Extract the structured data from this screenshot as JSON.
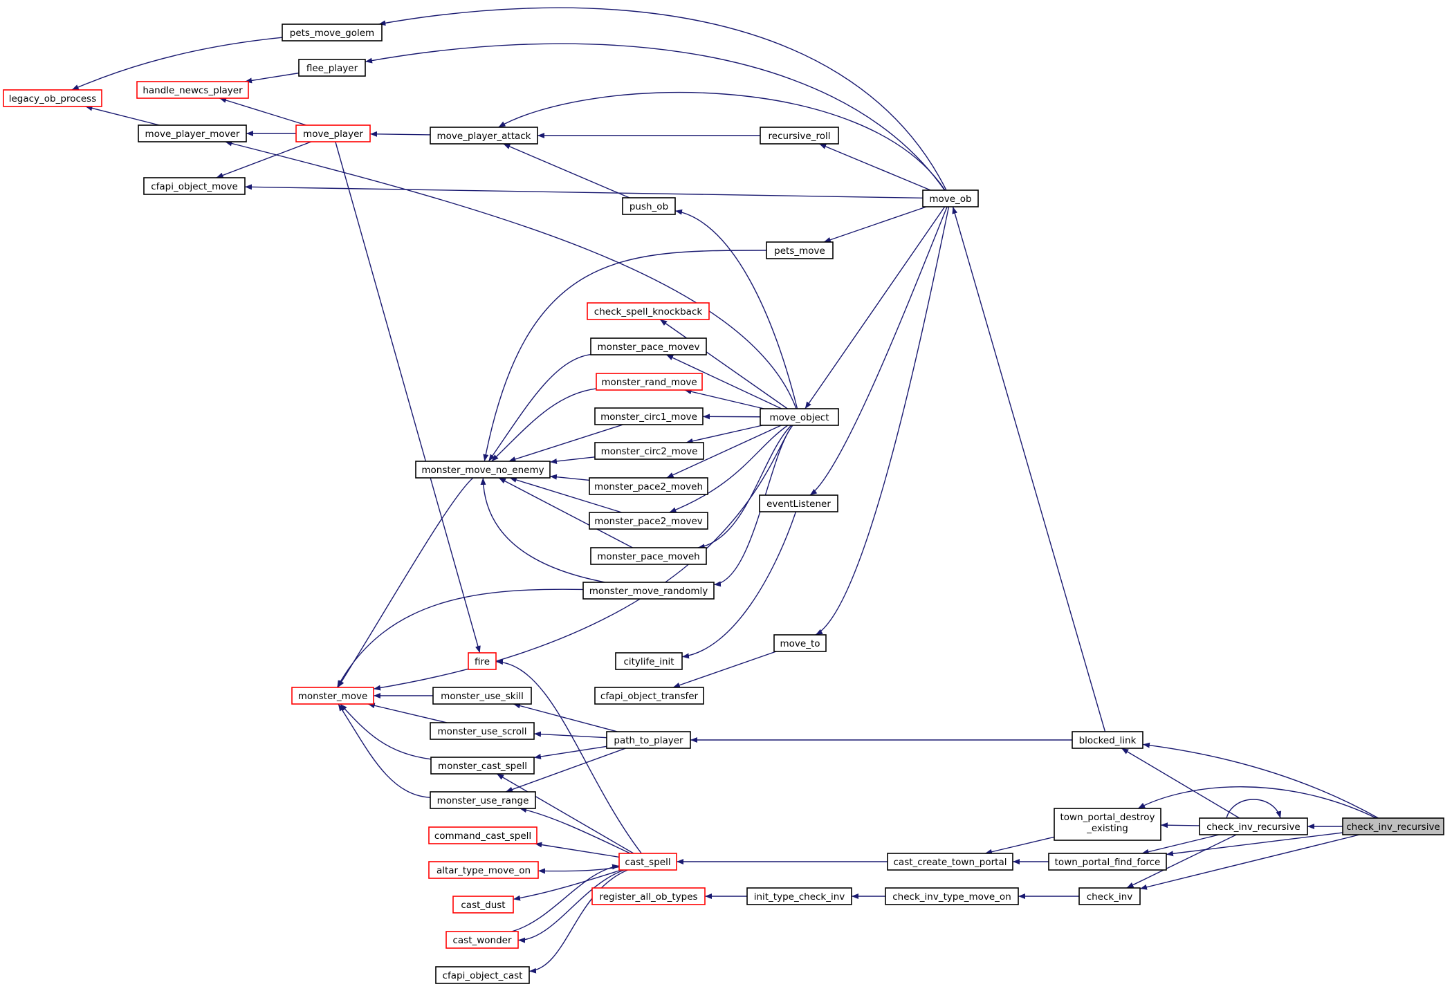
{
  "colors": {
    "edge": "#191970",
    "node_border": "#000000",
    "node_border_truncated": "#ff0000",
    "node_fill": "#ffffff",
    "focus_fill": "#bfbfbf",
    "text": "#000000"
  },
  "nodes": [
    {
      "id": "check_inv_recursive_root",
      "label": "check_inv_recursive",
      "focus": true
    },
    {
      "id": "move_ob",
      "label": "move_ob"
    },
    {
      "id": "pets_move_golem",
      "label": "pets_move_golem"
    },
    {
      "id": "flee_player",
      "label": "flee_player"
    },
    {
      "id": "legacy_ob_process",
      "label": "legacy_ob_process",
      "truncated": true
    },
    {
      "id": "handle_newcs_player",
      "label": "handle_newcs_player",
      "truncated": true
    },
    {
      "id": "move_player",
      "label": "move_player",
      "truncated": true
    },
    {
      "id": "move_player_mover",
      "label": "move_player_mover"
    },
    {
      "id": "move_player_attack",
      "label": "move_player_attack"
    },
    {
      "id": "recursive_roll",
      "label": "recursive_roll"
    },
    {
      "id": "cfapi_object_move",
      "label": "cfapi_object_move"
    },
    {
      "id": "push_ob",
      "label": "push_ob"
    },
    {
      "id": "pets_move",
      "label": "pets_move"
    },
    {
      "id": "check_spell_knockback",
      "label": "check_spell_knockback",
      "truncated": true
    },
    {
      "id": "monster_pace_movev",
      "label": "monster_pace_movev"
    },
    {
      "id": "monster_rand_move",
      "label": "monster_rand_move",
      "truncated": true
    },
    {
      "id": "monster_circ1_move",
      "label": "monster_circ1_move"
    },
    {
      "id": "move_object",
      "label": "move_object"
    },
    {
      "id": "monster_circ2_move",
      "label": "monster_circ2_move"
    },
    {
      "id": "monster_move_no_enemy",
      "label": "monster_move_no_enemy"
    },
    {
      "id": "monster_pace2_moveh",
      "label": "monster_pace2_moveh"
    },
    {
      "id": "eventListener",
      "label": "eventListener"
    },
    {
      "id": "monster_pace2_movev",
      "label": "monster_pace2_movev"
    },
    {
      "id": "monster_pace_moveh",
      "label": "monster_pace_moveh"
    },
    {
      "id": "monster_move_randomly",
      "label": "monster_move_randomly"
    },
    {
      "id": "move_to",
      "label": "move_to"
    },
    {
      "id": "fire",
      "label": "fire",
      "truncated": true
    },
    {
      "id": "citylife_init",
      "label": "citylife_init"
    },
    {
      "id": "cfapi_object_transfer",
      "label": "cfapi_object_transfer"
    },
    {
      "id": "monster_move",
      "label": "monster_move",
      "truncated": true
    },
    {
      "id": "monster_use_skill",
      "label": "monster_use_skill"
    },
    {
      "id": "monster_use_scroll",
      "label": "monster_use_scroll"
    },
    {
      "id": "path_to_player",
      "label": "path_to_player"
    },
    {
      "id": "blocked_link",
      "label": "blocked_link"
    },
    {
      "id": "monster_cast_spell",
      "label": "monster_cast_spell"
    },
    {
      "id": "monster_use_range",
      "label": "monster_use_range"
    },
    {
      "id": "town_portal_destroy_existing",
      "label": "town_portal_destroy",
      "label2": "_existing"
    },
    {
      "id": "check_inv_recursive_mid",
      "label": "check_inv_recursive"
    },
    {
      "id": "command_cast_spell",
      "label": "command_cast_spell",
      "truncated": true
    },
    {
      "id": "cast_spell",
      "label": "cast_spell",
      "truncated": true
    },
    {
      "id": "cast_create_town_portal",
      "label": "cast_create_town_portal"
    },
    {
      "id": "town_portal_find_force",
      "label": "town_portal_find_force"
    },
    {
      "id": "altar_type_move_on",
      "label": "altar_type_move_on",
      "truncated": true
    },
    {
      "id": "cast_dust",
      "label": "cast_dust",
      "truncated": true
    },
    {
      "id": "register_all_ob_types",
      "label": "register_all_ob_types",
      "truncated": true
    },
    {
      "id": "init_type_check_inv",
      "label": "init_type_check_inv"
    },
    {
      "id": "check_inv_type_move_on",
      "label": "check_inv_type_move_on"
    },
    {
      "id": "check_inv",
      "label": "check_inv"
    },
    {
      "id": "cast_wonder",
      "label": "cast_wonder",
      "truncated": true
    },
    {
      "id": "cfapi_object_cast",
      "label": "cfapi_object_cast"
    }
  ],
  "edges": [
    {
      "from": "move_ob",
      "to": "pets_move_golem"
    },
    {
      "from": "move_ob",
      "to": "flee_player"
    },
    {
      "from": "move_ob",
      "to": "move_player_attack"
    },
    {
      "from": "move_ob",
      "to": "recursive_roll"
    },
    {
      "from": "move_ob",
      "to": "cfapi_object_move"
    },
    {
      "from": "move_ob",
      "to": "pets_move"
    },
    {
      "from": "move_ob",
      "to": "move_object"
    },
    {
      "from": "move_ob",
      "to": "eventListener"
    },
    {
      "from": "move_ob",
      "to": "move_to"
    },
    {
      "from": "pets_move_golem",
      "to": "legacy_ob_process"
    },
    {
      "from": "flee_player",
      "to": "handle_newcs_player"
    },
    {
      "from": "move_player",
      "to": "handle_newcs_player"
    },
    {
      "from": "move_player",
      "to": "move_player_mover"
    },
    {
      "from": "move_player",
      "to": "cfapi_object_move"
    },
    {
      "from": "move_player",
      "to": "fire"
    },
    {
      "from": "move_player_mover",
      "to": "legacy_ob_process"
    },
    {
      "from": "move_player_attack",
      "to": "move_player"
    },
    {
      "from": "recursive_roll",
      "to": "move_player_attack"
    },
    {
      "from": "push_ob",
      "to": "move_player_attack"
    },
    {
      "from": "move_object",
      "to": "push_ob"
    },
    {
      "from": "move_object",
      "to": "move_player_mover"
    },
    {
      "from": "move_object",
      "to": "check_spell_knockback"
    },
    {
      "from": "move_object",
      "to": "monster_pace_movev"
    },
    {
      "from": "move_object",
      "to": "monster_rand_move"
    },
    {
      "from": "move_object",
      "to": "monster_circ1_move"
    },
    {
      "from": "move_object",
      "to": "monster_circ2_move"
    },
    {
      "from": "move_object",
      "to": "monster_pace2_moveh"
    },
    {
      "from": "move_object",
      "to": "monster_pace2_movev"
    },
    {
      "from": "move_object",
      "to": "monster_pace_moveh"
    },
    {
      "from": "move_object",
      "to": "monster_move_randomly"
    },
    {
      "from": "move_object",
      "to": "monster_move"
    },
    {
      "from": "pets_move",
      "to": "monster_move_no_enemy"
    },
    {
      "from": "monster_pace_movev",
      "to": "monster_move_no_enemy"
    },
    {
      "from": "monster_rand_move",
      "to": "monster_move_no_enemy"
    },
    {
      "from": "monster_circ1_move",
      "to": "monster_move_no_enemy"
    },
    {
      "from": "monster_circ2_move",
      "to": "monster_move_no_enemy"
    },
    {
      "from": "monster_pace2_moveh",
      "to": "monster_move_no_enemy"
    },
    {
      "from": "monster_pace2_movev",
      "to": "monster_move_no_enemy"
    },
    {
      "from": "monster_pace_moveh",
      "to": "monster_move_no_enemy"
    },
    {
      "from": "monster_move_randomly",
      "to": "monster_move_no_enemy"
    },
    {
      "from": "monster_move_no_enemy",
      "to": "monster_move"
    },
    {
      "from": "monster_move_randomly",
      "to": "monster_move"
    },
    {
      "from": "eventListener",
      "to": "citylife_init"
    },
    {
      "from": "move_to",
      "to": "cfapi_object_transfer"
    },
    {
      "from": "monster_use_skill",
      "to": "monster_move"
    },
    {
      "from": "monster_use_scroll",
      "to": "monster_move"
    },
    {
      "from": "monster_cast_spell",
      "to": "monster_move"
    },
    {
      "from": "monster_use_range",
      "to": "monster_move"
    },
    {
      "from": "path_to_player",
      "to": "monster_use_skill"
    },
    {
      "from": "path_to_player",
      "to": "monster_use_scroll"
    },
    {
      "from": "path_to_player",
      "to": "monster_cast_spell"
    },
    {
      "from": "path_to_player",
      "to": "monster_use_range"
    },
    {
      "from": "blocked_link",
      "to": "path_to_player"
    },
    {
      "from": "blocked_link",
      "to": "move_ob"
    },
    {
      "from": "check_inv_recursive_root",
      "to": "blocked_link"
    },
    {
      "from": "check_inv_recursive_root",
      "to": "check_inv_recursive_mid"
    },
    {
      "from": "check_inv_recursive_root",
      "to": "town_portal_destroy_existing"
    },
    {
      "from": "check_inv_recursive_root",
      "to": "town_portal_find_force"
    },
    {
      "from": "check_inv_recursive_root",
      "to": "check_inv"
    },
    {
      "from": "check_inv_recursive_mid",
      "to": "check_inv_recursive_mid"
    },
    {
      "from": "check_inv_recursive_mid",
      "to": "blocked_link"
    },
    {
      "from": "check_inv_recursive_mid",
      "to": "town_portal_destroy_existing"
    },
    {
      "from": "check_inv_recursive_mid",
      "to": "town_portal_find_force"
    },
    {
      "from": "check_inv_recursive_mid",
      "to": "check_inv"
    },
    {
      "from": "town_portal_destroy_existing",
      "to": "cast_create_town_portal"
    },
    {
      "from": "town_portal_find_force",
      "to": "cast_create_town_portal"
    },
    {
      "from": "cast_create_town_portal",
      "to": "cast_spell"
    },
    {
      "from": "cast_spell",
      "to": "fire"
    },
    {
      "from": "cast_spell",
      "to": "monster_cast_spell"
    },
    {
      "from": "cast_spell",
      "to": "monster_use_range"
    },
    {
      "from": "cast_spell",
      "to": "command_cast_spell"
    },
    {
      "from": "cast_spell",
      "to": "altar_type_move_on"
    },
    {
      "from": "cast_spell",
      "to": "cast_dust"
    },
    {
      "from": "cast_spell",
      "to": "cast_wonder"
    },
    {
      "from": "cast_spell",
      "to": "cfapi_object_cast"
    },
    {
      "from": "cast_wonder",
      "to": "cast_spell"
    },
    {
      "from": "check_inv",
      "to": "check_inv_type_move_on"
    },
    {
      "from": "check_inv_type_move_on",
      "to": "init_type_check_inv"
    },
    {
      "from": "init_type_check_inv",
      "to": "register_all_ob_types"
    }
  ]
}
